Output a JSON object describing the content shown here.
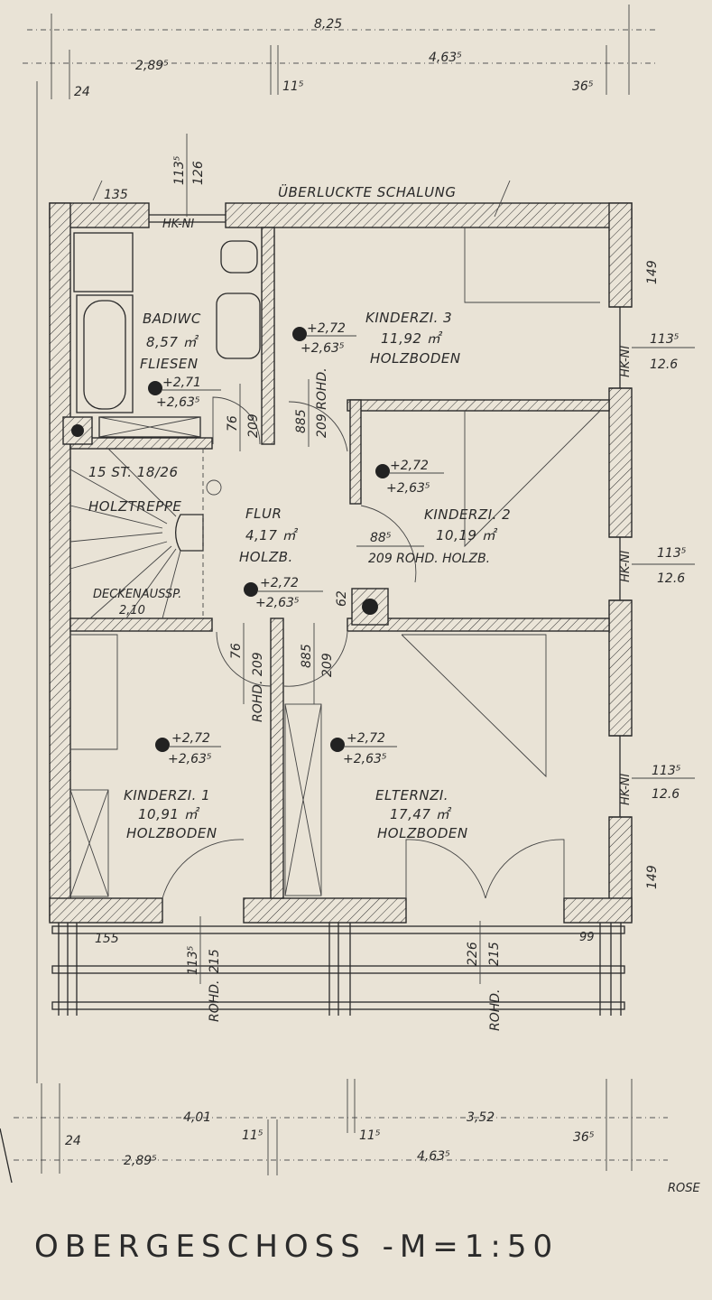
{
  "title": "OBERGESCHOSS -M=1:50",
  "corner_text": "ROSE",
  "top_dimensions": {
    "overall": "8,25",
    "left_segment": "2,89⁵",
    "right_segment": "4,63⁵",
    "wall_left": "24",
    "wall_mid": "11⁵",
    "wall_right": "36⁵"
  },
  "bottom_dimensions": {
    "left_outer": "4,01",
    "right_outer": "3,52",
    "left_segment": "2,89⁵",
    "right_segment": "4,63⁵",
    "wall_left": "24",
    "wall_mid_a": "11⁵",
    "wall_mid_b": "11⁵",
    "wall_right": "36⁵"
  },
  "annotations": {
    "roof_note": "ÜBERLUCKTE SCHALUNG",
    "top_wall_135": "135",
    "window_top_a": "113⁵",
    "window_top_b": "126",
    "hk_ni": "HK-NI",
    "right_149_top": "149",
    "right_149_bottom": "149",
    "win_k3_a": "113⁵",
    "win_k3_b": "12.6",
    "win_k2_a": "113⁵",
    "win_k2_b": "12.6",
    "win_el_a": "113⁵",
    "win_el_b": "12.6",
    "balcony_155": "155",
    "balcony_99": "99",
    "door_k1_a": "113⁵",
    "door_k1_b": "215",
    "door_k1_c": "ROHD.",
    "door_el_a": "226",
    "door_el_b": "215",
    "door_el_c": "ROHD.",
    "door_bad_a": "76",
    "door_bad_b": "209",
    "door_k3_a": "885",
    "door_k3_b": "209 ROHD.",
    "door_k2_a": "88⁵",
    "door_k2_b": "209 ROHD. HOLZB.",
    "door_k1_flur_a": "76",
    "door_k1_flur_b": "ROHD. 209",
    "door_el_flur_a": "885",
    "door_el_flur_b": "209",
    "chimney_62": "62"
  },
  "rooms": {
    "bad": {
      "name": "BADIWC",
      "area": "8,57 ㎡",
      "floor": "FLIESEN",
      "level_top": "+2,71",
      "level_bottom": "+2,63⁵"
    },
    "kinderzi3": {
      "name": "KINDERZI. 3",
      "area": "11,92 ㎡",
      "floor": "HOLZBODEN",
      "level_top": "+2,72",
      "level_bottom": "+2,63⁵"
    },
    "treppe": {
      "name": "HOLZTREPPE",
      "steps": "15 ST. 18/26",
      "opening": "DECKENAUSSP.",
      "opening_height": "2,10"
    },
    "flur": {
      "name": "FLUR",
      "area": "4,17 ㎡",
      "floor": "HOLZB.",
      "level_top": "+2,72",
      "level_bottom": "+2,63⁵"
    },
    "kinderzi2": {
      "name": "KINDERZI. 2",
      "area": "10,19 ㎡",
      "level_top": "+2,72",
      "level_bottom": "+2,63⁵"
    },
    "kinderzi1": {
      "name": "KINDERZI. 1",
      "area": "10,91 ㎡",
      "floor": "HOLZBODEN",
      "level_top": "+2,72",
      "level_bottom": "+2,63⁵"
    },
    "elternzi": {
      "name": "ELTERNZI.",
      "area": "17,47 ㎡",
      "floor": "HOLZBODEN",
      "level_top": "+2,72",
      "level_bottom": "+2,63⁵"
    }
  }
}
